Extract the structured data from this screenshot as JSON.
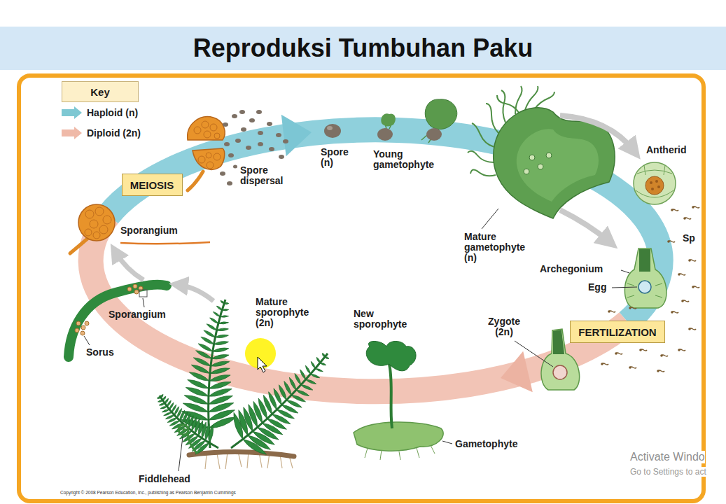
{
  "diagram": {
    "title": "Reproduksi Tumbuhan Paku",
    "nodes": [
      {
        "text": [
          "Key"
        ]
      },
      {
        "text": [
          "MEIOSIS"
        ]
      },
      {
        "text": [
          "FERTILIZATION"
        ]
      }
    ],
    "labels": [
      "Spore dispersal",
      "Spore (n)",
      "Young gametophyte",
      "Antherid",
      "Sporangium",
      "Mature gametophyte (n)",
      "Sp",
      "Archegonium",
      "Egg",
      "Mature sporophyte (2n)",
      "Sporangium",
      "New sporophyte",
      "Zygote (2n)",
      "Sorus",
      "Gametophyte",
      "Activate Windo",
      "Go to Settings to act",
      "Fiddlehead",
      "Copyright © 2008 Pearson Education, Inc., publishing as Pearson Benjamin Cummings"
    ],
    "legend": [
      {
        "text": "Haploid (n)",
        "color": "#7ec8d3"
      },
      {
        "text": "Diploid (2n)",
        "color": "#efb9a8"
      }
    ]
  }
}
